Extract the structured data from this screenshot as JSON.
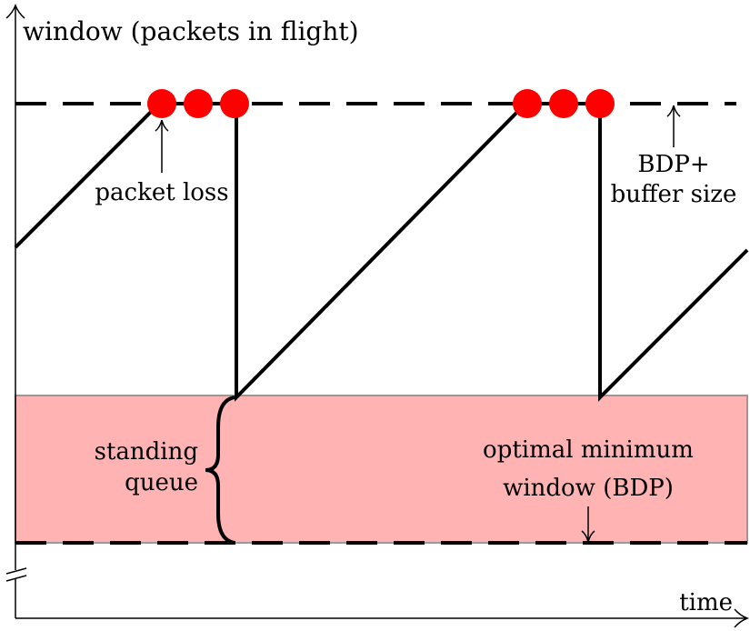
{
  "axes": {
    "y_label": "window (packets in flight)",
    "x_label": "time"
  },
  "annotations": {
    "packet_loss": "packet loss",
    "bdp_buffer_line1": "BDP+",
    "bdp_buffer_line2": "buffer size",
    "standing_queue_line1": "standing",
    "standing_queue_line2": "queue",
    "optimal_line1": "optimal minimum",
    "optimal_line2": "window (BDP)"
  },
  "colors": {
    "loss_dot": "#ff0000",
    "bdp_region_fill": "#ffb3b3",
    "bdp_region_stroke": "#999999",
    "line": "#000000"
  }
}
